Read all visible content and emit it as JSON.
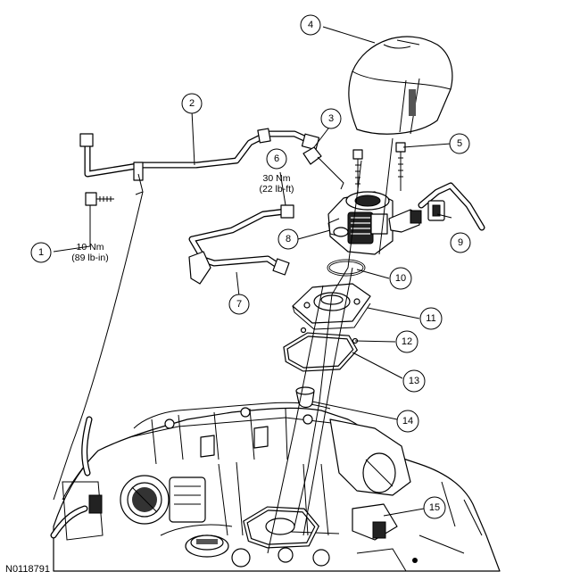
{
  "figure_id": "N0118791",
  "callouts": [
    {
      "num": "1",
      "spec": [
        "10 Nm",
        "(89 lb-in)"
      ]
    },
    {
      "num": "2"
    },
    {
      "num": "3"
    },
    {
      "num": "4"
    },
    {
      "num": "5"
    },
    {
      "num": "6",
      "spec": [
        "30 Nm",
        "(22 lb-ft)"
      ]
    },
    {
      "num": "7"
    },
    {
      "num": "8"
    },
    {
      "num": "9"
    },
    {
      "num": "10"
    },
    {
      "num": "11"
    },
    {
      "num": "12"
    },
    {
      "num": "13"
    },
    {
      "num": "14"
    },
    {
      "num": "15"
    }
  ]
}
